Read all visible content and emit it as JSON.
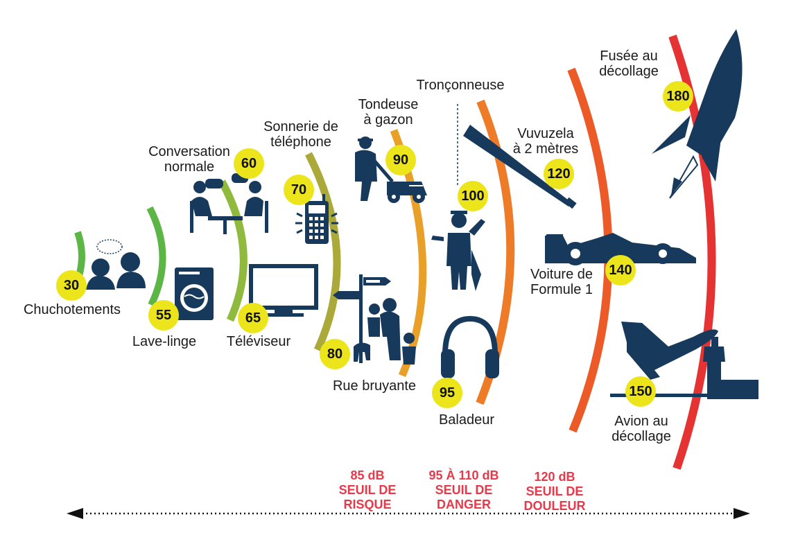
{
  "colors": {
    "icon": "#173a5c",
    "badge": "#ede51b",
    "threshold_text": "#e8394a",
    "arc_30": "#5cb646",
    "arc_55": "#5cb646",
    "arc_65": "#8fba3d",
    "arc_80": "#aaa93a",
    "arc_95": "#e9a029",
    "arc_110": "#ee7b28",
    "arc_140": "#ec5a28",
    "arc_150": "#e53232"
  },
  "items": [
    {
      "id": "chuchotements",
      "label": "Chuchotements",
      "db": "30",
      "icon": "whisper-icon"
    },
    {
      "id": "lave-linge",
      "label": "Lave-linge",
      "db": "55",
      "icon": "washing-machine-icon"
    },
    {
      "id": "conversation",
      "label": "Conversation\nnormale",
      "db": "60",
      "icon": "conversation-icon"
    },
    {
      "id": "televiseur",
      "label": "Téléviseur",
      "db": "65",
      "icon": "television-icon"
    },
    {
      "id": "telephone",
      "label": "Sonnerie de\ntéléphone",
      "db": "70",
      "icon": "phone-icon"
    },
    {
      "id": "rue",
      "label": "Rue bruyante",
      "db": "80",
      "icon": "street-icon"
    },
    {
      "id": "tondeuse",
      "label": "Tondeuse\nà gazon",
      "db": "90",
      "icon": "lawn-mower-icon"
    },
    {
      "id": "baladeur",
      "label": "Baladeur",
      "db": "95",
      "icon": "headphones-icon"
    },
    {
      "id": "tronconneuse",
      "label": "Tronçonneuse",
      "db": "100",
      "icon": "chainsaw-worker-icon"
    },
    {
      "id": "vuvuzela",
      "label": "Vuvuzela\nà 2 mètres",
      "db": "120",
      "icon": "vuvuzela-icon"
    },
    {
      "id": "formule1",
      "label": "Voiture de\nFormule 1",
      "db": "140",
      "icon": "race-car-icon"
    },
    {
      "id": "avion",
      "label": "Avion au\ndécollage",
      "db": "150",
      "icon": "airplane-icon"
    },
    {
      "id": "fusee",
      "label": "Fusée au\ndécollage",
      "db": "180",
      "icon": "rocket-icon"
    }
  ],
  "thresholds": [
    {
      "id": "risque",
      "text": "85 dB\nSEUIL DE\nRISQUE"
    },
    {
      "id": "danger",
      "text": "95 À 110 dB\nSEUIL DE\nDANGER"
    },
    {
      "id": "douleur",
      "text": "120 dB\nSEUIL DE\nDOULEUR"
    }
  ]
}
